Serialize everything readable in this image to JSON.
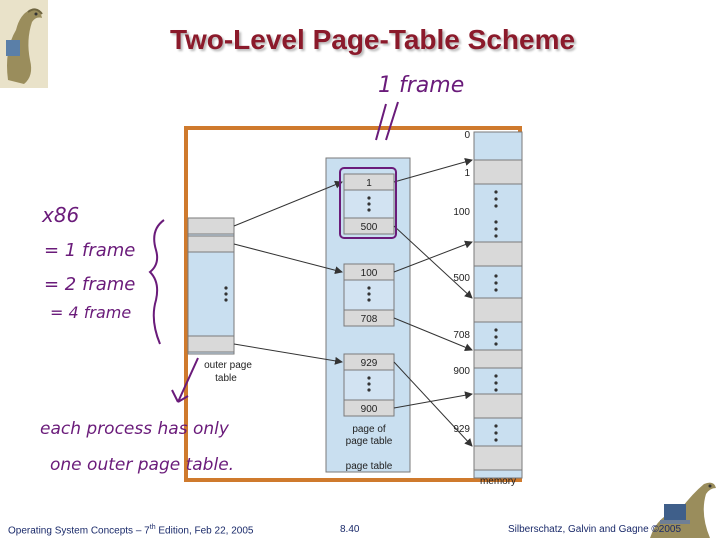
{
  "title": "Two-Level Page-Table Scheme",
  "footer": {
    "left_pre": "Operating System Concepts – 7",
    "left_sup": "th",
    "left_post": " Edition, Feb 22, 2005",
    "center": "8.40",
    "right": "Silberschatz, Galvin and Gagne ©2005"
  },
  "diagram": {
    "outer_label_1": "outer page",
    "outer_label_2": "table",
    "page_of_label_1": "page of",
    "page_of_label_2": "page table",
    "page_table_label": "page table",
    "memory_label": "memory",
    "entries": [
      "1",
      "500",
      "100",
      "708",
      "929",
      "900"
    ],
    "memory_numbers": [
      "0",
      "1",
      "100",
      "500",
      "708",
      "900",
      "929"
    ]
  },
  "annotations": {
    "frame_note": "1 frame",
    "x86": "x86",
    "line1": "= 1 frame",
    "line2": "= 2 frame",
    "line3": "= 4 frame",
    "bottom1": "each process has only",
    "bottom2": "one outer page table."
  }
}
